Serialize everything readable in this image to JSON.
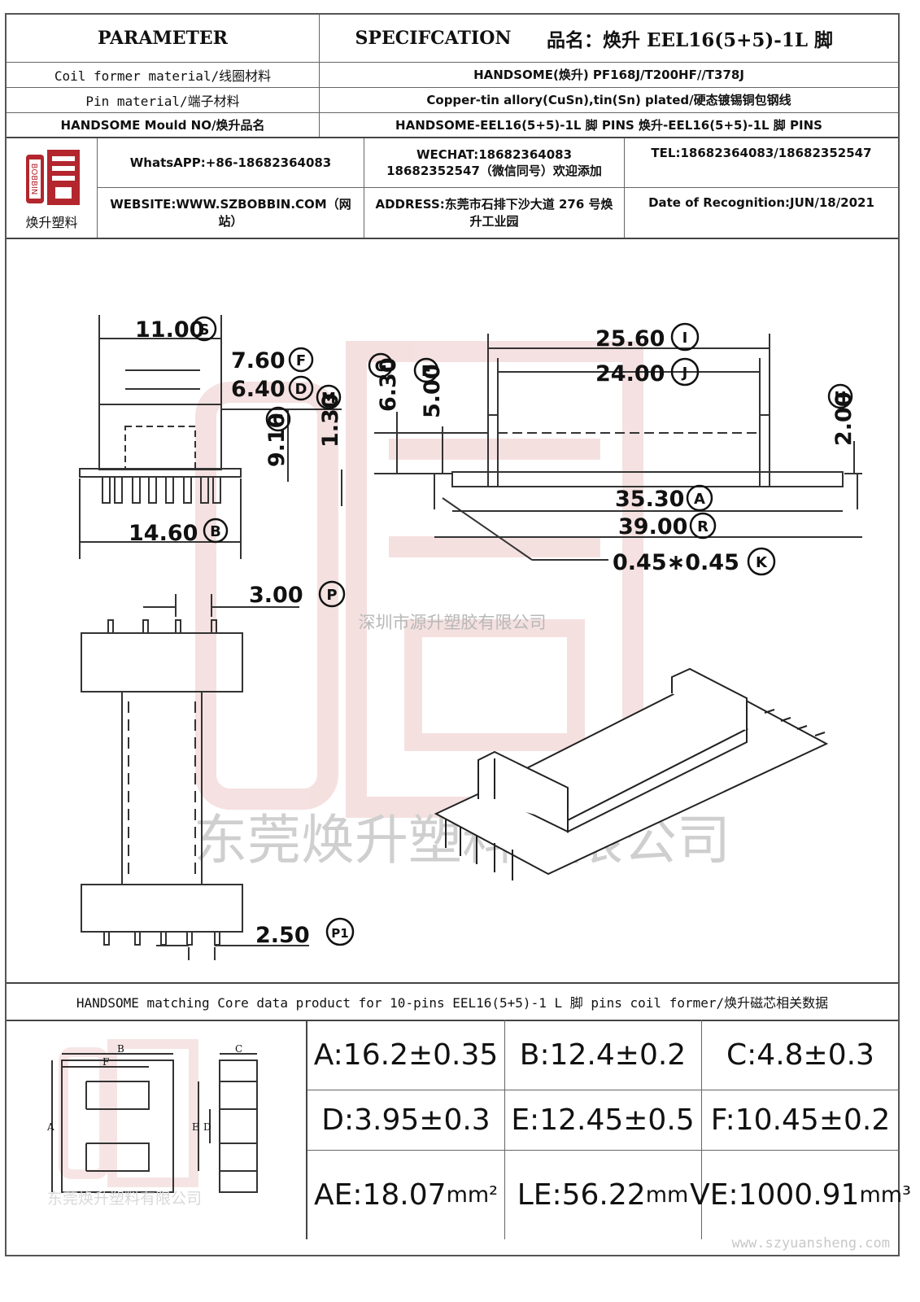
{
  "header": {
    "parameter": "PARAMETER",
    "specification": "SPECIFCATION",
    "product_name": "品名：焕升 EEL16(5+5)-1L 脚"
  },
  "rows": [
    {
      "label": "Coil former material/线圈材料",
      "value": "HANDSOME(焕升)  PF168J/T200HF//T378J"
    },
    {
      "label": "Pin material/端子材料",
      "value": "Copper-tin allory(CuSn),tin(Sn) plated/硬态镀锡铜包钢线"
    },
    {
      "label": "HANDSOME Mould NO/焕升品名",
      "value": "HANDSOME-EEL16(5+5)-1L 脚 PINS   焕升-EEL16(5+5)-1L 脚 PINS"
    }
  ],
  "contact": {
    "logo_caption": "焕升塑料",
    "whatsapp": "WhatsAPP:+86-18682364083",
    "wechat": "WECHAT:18682364083 18682352547（微信同号）欢迎添加",
    "tel": "TEL:18682364083/18682352547",
    "website": "WEBSITE:WWW.SZBOBBIN.COM（网站）",
    "address": "ADDRESS:东莞市石排下沙大道 276 号焕升工业园",
    "date": "Date of Recognition:JUN/18/2021"
  },
  "watermarks": {
    "center": "深圳市源升塑胶有限公司",
    "big": "东莞焕升塑料有限公司",
    "small": "东莞焕升塑料有限公司",
    "url": "www.szyuansheng.com"
  },
  "dimensions": {
    "S": {
      "value": "11.00",
      "code": "S"
    },
    "F": {
      "value": "7.60",
      "code": "F"
    },
    "D": {
      "value": "6.40",
      "code": "D"
    },
    "C": {
      "value": "9.10",
      "code": "C"
    },
    "M": {
      "value": "1.30",
      "code": "M"
    },
    "G": {
      "value": "6.30",
      "code": "G"
    },
    "E": {
      "value": "5.00",
      "code": "E"
    },
    "I": {
      "value": "25.60",
      "code": "I"
    },
    "J": {
      "value": "24.00",
      "code": "J"
    },
    "H": {
      "value": "2.00",
      "code": "H"
    },
    "B": {
      "value": "14.60",
      "code": "B"
    },
    "A": {
      "value": "35.30",
      "code": "A"
    },
    "R": {
      "value": "39.00",
      "code": "R"
    },
    "K": {
      "value": "0.45∗0.45",
      "code": "K"
    },
    "P": {
      "value": "3.00",
      "code": "P"
    },
    "P1": {
      "value": "2.50",
      "code": "P1"
    }
  },
  "core_section": {
    "title": "HANDSOME matching Core data  product for 10-pins EEL16(5+5)-1 L 脚 pins coil former/焕升磁芯相关数据",
    "core_labels": {
      "A": "A",
      "B": "B",
      "C": "C",
      "D": "D",
      "E": "E",
      "F": "F"
    },
    "specs": [
      {
        "name": "A",
        "text": "A:16.2±0.35"
      },
      {
        "name": "B",
        "text": "B:12.4±0.2"
      },
      {
        "name": "C",
        "text": "C:4.8±0.3"
      },
      {
        "name": "D",
        "text": "D:3.95±0.3"
      },
      {
        "name": "E",
        "text": "E:12.45±0.5"
      },
      {
        "name": "F",
        "text": "F:10.45±0.2"
      }
    ],
    "derived": [
      {
        "name": "AE",
        "main": "AE:18.07",
        "unit": "mm²"
      },
      {
        "name": "LE",
        "main": "LE:56.22",
        "unit": "mm"
      },
      {
        "name": "VE",
        "main": "VE:1000.91",
        "unit": "mm³"
      }
    ]
  },
  "colors": {
    "line": "#555555",
    "watermark": "#e8c4c4",
    "logo": "#b3262e"
  }
}
